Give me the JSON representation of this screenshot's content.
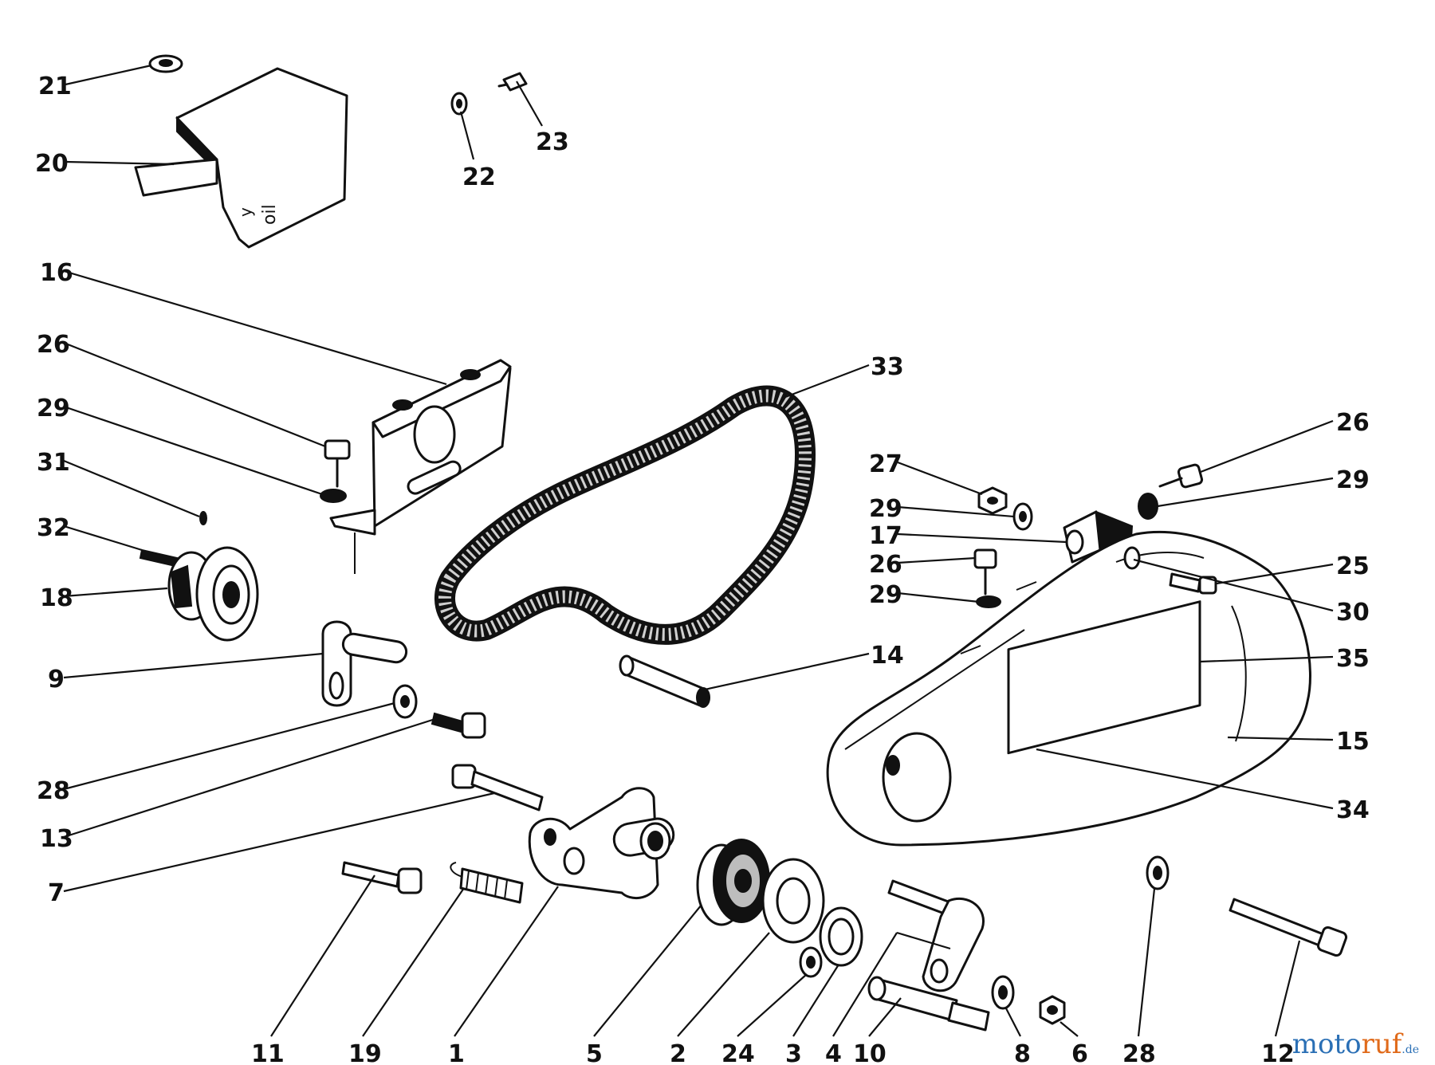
{
  "callouts": [
    {
      "id": "21",
      "text": "21"
    },
    {
      "id": "20",
      "text": "20"
    },
    {
      "id": "22",
      "text": "22"
    },
    {
      "id": "23",
      "text": "23"
    },
    {
      "id": "16",
      "text": "16"
    },
    {
      "id": "26a",
      "text": "26"
    },
    {
      "id": "29a",
      "text": "29"
    },
    {
      "id": "31",
      "text": "31"
    },
    {
      "id": "32",
      "text": "32"
    },
    {
      "id": "18",
      "text": "18"
    },
    {
      "id": "9",
      "text": "9"
    },
    {
      "id": "28a",
      "text": "28"
    },
    {
      "id": "13",
      "text": "13"
    },
    {
      "id": "7",
      "text": "7"
    },
    {
      "id": "33",
      "text": "33"
    },
    {
      "id": "14",
      "text": "14"
    },
    {
      "id": "27",
      "text": "27"
    },
    {
      "id": "29b",
      "text": "29"
    },
    {
      "id": "17",
      "text": "17"
    },
    {
      "id": "26b",
      "text": "26"
    },
    {
      "id": "29c",
      "text": "29"
    },
    {
      "id": "26c",
      "text": "26"
    },
    {
      "id": "29d",
      "text": "29"
    },
    {
      "id": "25",
      "text": "25"
    },
    {
      "id": "30",
      "text": "30"
    },
    {
      "id": "35",
      "text": "35"
    },
    {
      "id": "15",
      "text": "15"
    },
    {
      "id": "34",
      "text": "34"
    },
    {
      "id": "11",
      "text": "11"
    },
    {
      "id": "19",
      "text": "19"
    },
    {
      "id": "1",
      "text": "1"
    },
    {
      "id": "5",
      "text": "5"
    },
    {
      "id": "2",
      "text": "2"
    },
    {
      "id": "24",
      "text": "24"
    },
    {
      "id": "3",
      "text": "3"
    },
    {
      "id": "4",
      "text": "4"
    },
    {
      "id": "10",
      "text": "10"
    },
    {
      "id": "8",
      "text": "8"
    },
    {
      "id": "6",
      "text": "6"
    },
    {
      "id": "28b",
      "text": "28"
    },
    {
      "id": "12",
      "text": "12"
    }
  ],
  "watermark": {
    "part1": "moto",
    "part2": "ruf",
    "tld": ".de"
  }
}
